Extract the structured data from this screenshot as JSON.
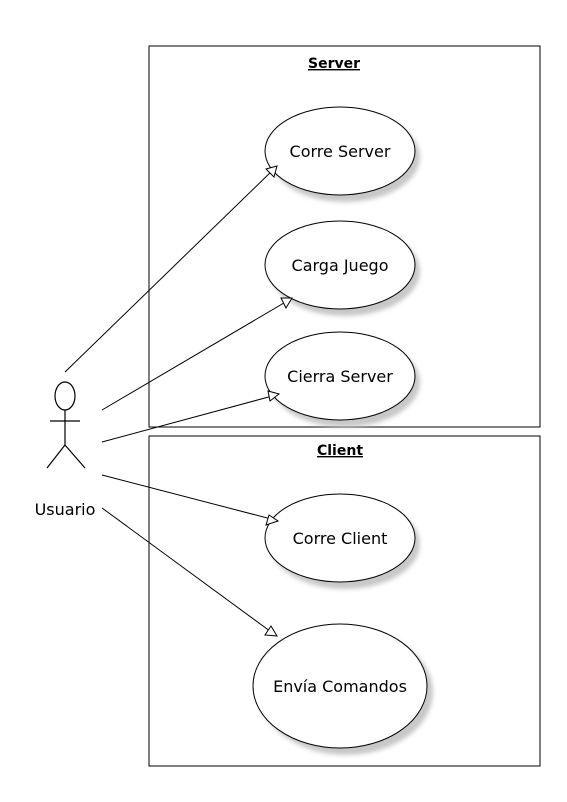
{
  "actor": {
    "label": "Usuario"
  },
  "systems": [
    {
      "title": "Server",
      "use_cases": [
        "Corre Server",
        "Carga Juego",
        "Cierra Server"
      ]
    },
    {
      "title": "Client",
      "use_cases": [
        "Corre Client",
        "Envía Comandos"
      ]
    }
  ],
  "colors": {
    "stroke": "#000000",
    "fill": "#ffffff",
    "shadow": "#c8c8c8"
  }
}
